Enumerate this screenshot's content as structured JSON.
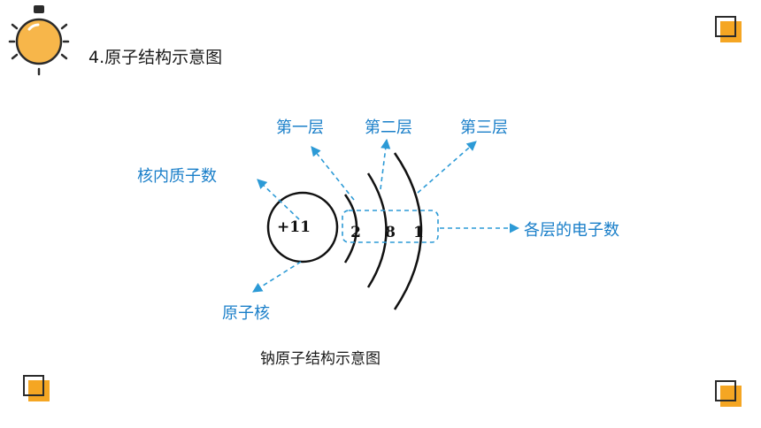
{
  "slide": {
    "title": "4.原子结构示意图",
    "icon": "lightbulb-icon",
    "accent_color": "#f5a623",
    "label_color": "#1a7fc9"
  },
  "diagram": {
    "nucleus_charge": "+11",
    "electrons": [
      "2",
      "8",
      "1"
    ],
    "labels": {
      "shell1": "第一层",
      "shell2": "第二层",
      "shell3": "第三层",
      "protons": "核内质子数",
      "nucleus": "原子核",
      "electron_count": "各层的电子数"
    },
    "caption": "钠原子结构示意图"
  }
}
